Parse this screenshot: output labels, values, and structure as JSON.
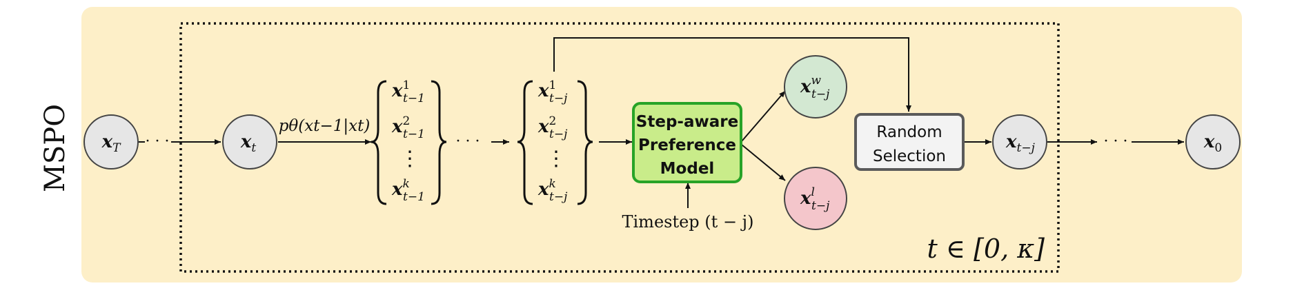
{
  "side_label": "MSPO",
  "loop_range_label": "t ∈ [0, κ]",
  "nodes": {
    "xT": {
      "main": "x",
      "sub": "T"
    },
    "xt": {
      "main": "x",
      "sub": "t"
    },
    "xtj": {
      "main": "x",
      "sub": "t−j"
    },
    "x0": {
      "main": "x",
      "sub": "0"
    },
    "xw": {
      "main": "x",
      "sup": "w",
      "sub": "t−j"
    },
    "xl": {
      "main": "x",
      "sup": "l",
      "sub": "t−j"
    }
  },
  "transition_label": "pθ(xt−1|xt)",
  "set_left": [
    {
      "main": "x",
      "sup": "1",
      "sub": "t−1"
    },
    {
      "main": "x",
      "sup": "2",
      "sub": "t−1"
    },
    {
      "main": "x",
      "sup": "k",
      "sub": "t−1"
    }
  ],
  "set_right": [
    {
      "main": "x",
      "sup": "1",
      "sub": "t−j"
    },
    {
      "main": "x",
      "sup": "2",
      "sub": "t−j"
    },
    {
      "main": "x",
      "sup": "k",
      "sub": "t−j"
    }
  ],
  "vdots": "⋮",
  "hdots": "· · ·",
  "preference_model": {
    "line1": "Step-aware",
    "line2": "Preference",
    "line3": "Model"
  },
  "timestep_label": "Timestep (t − j)",
  "random_selection": {
    "line1": "Random",
    "line2": "Selection"
  },
  "colors": {
    "panel_bg": "#fdefc8",
    "node_fill": "#e6e6e6",
    "node_stroke": "#444444",
    "win_fill": "#d3e8d2",
    "lose_fill": "#f4c6cb",
    "pref_fill": "#c9ec8a",
    "pref_stroke": "#27a327",
    "random_fill": "#f3f3f3",
    "random_stroke": "#5a5a5a"
  }
}
